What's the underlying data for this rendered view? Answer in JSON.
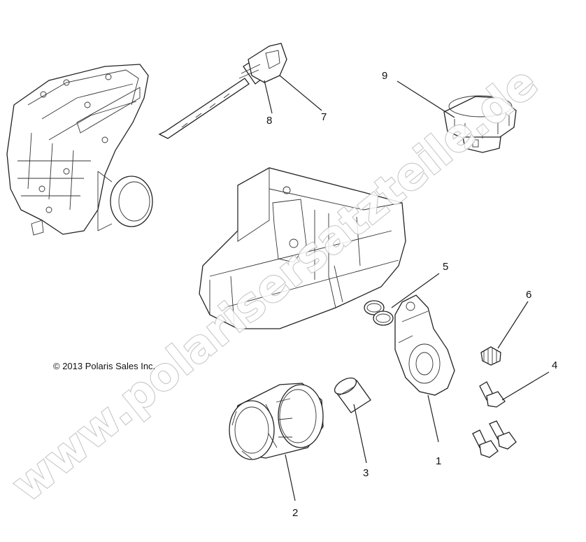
{
  "copyright": "© 2013 Polaris Sales Inc.",
  "watermark": "www.polarisersatzteile.de",
  "callouts": [
    {
      "id": "1",
      "label": "1"
    },
    {
      "id": "2",
      "label": "2"
    },
    {
      "id": "3",
      "label": "3"
    },
    {
      "id": "4",
      "label": "4"
    },
    {
      "id": "5",
      "label": "5"
    },
    {
      "id": "6",
      "label": "6"
    },
    {
      "id": "7",
      "label": "7"
    },
    {
      "id": "8",
      "label": "8"
    },
    {
      "id": "9",
      "label": "9"
    }
  ],
  "colors": {
    "line": "#222222",
    "watermark_stroke": "#bdbdbd",
    "background": "#ffffff"
  }
}
